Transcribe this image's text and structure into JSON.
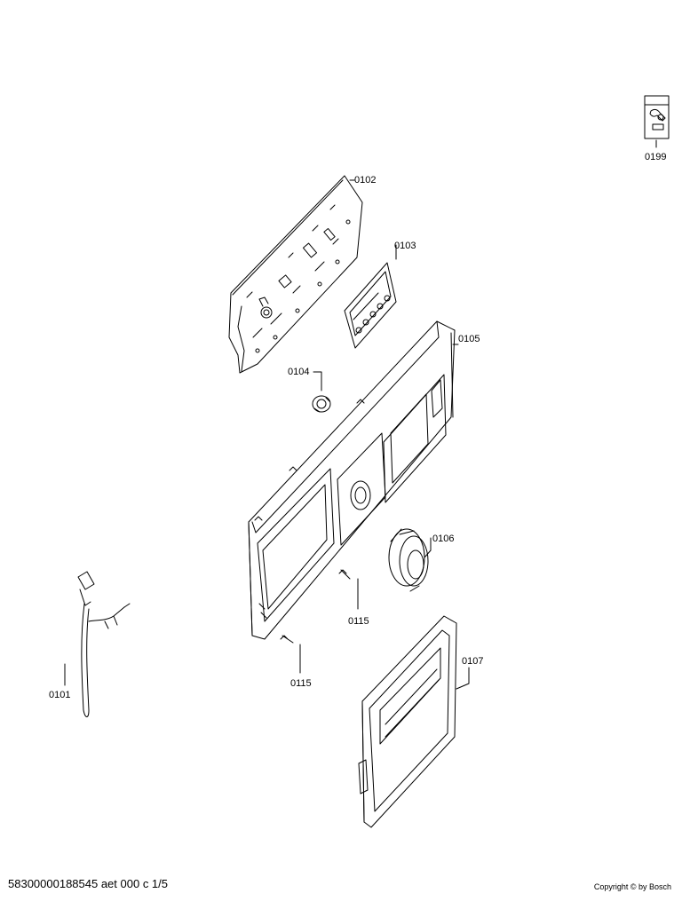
{
  "diagram": {
    "parts": [
      {
        "id": "0199",
        "label": "0199"
      },
      {
        "id": "0102",
        "label": "0102"
      },
      {
        "id": "0103",
        "label": "0103"
      },
      {
        "id": "0104",
        "label": "0104"
      },
      {
        "id": "0105",
        "label": "0105"
      },
      {
        "id": "0106",
        "label": "0106"
      },
      {
        "id": "0115a",
        "label": "0115"
      },
      {
        "id": "0115b",
        "label": "0115"
      },
      {
        "id": "0107",
        "label": "0107"
      },
      {
        "id": "0101",
        "label": "0101"
      }
    ]
  },
  "footer": {
    "doc_id": "58300000188545 aet 000 c 1/5",
    "copyright": "Copyright © by Bosch"
  }
}
